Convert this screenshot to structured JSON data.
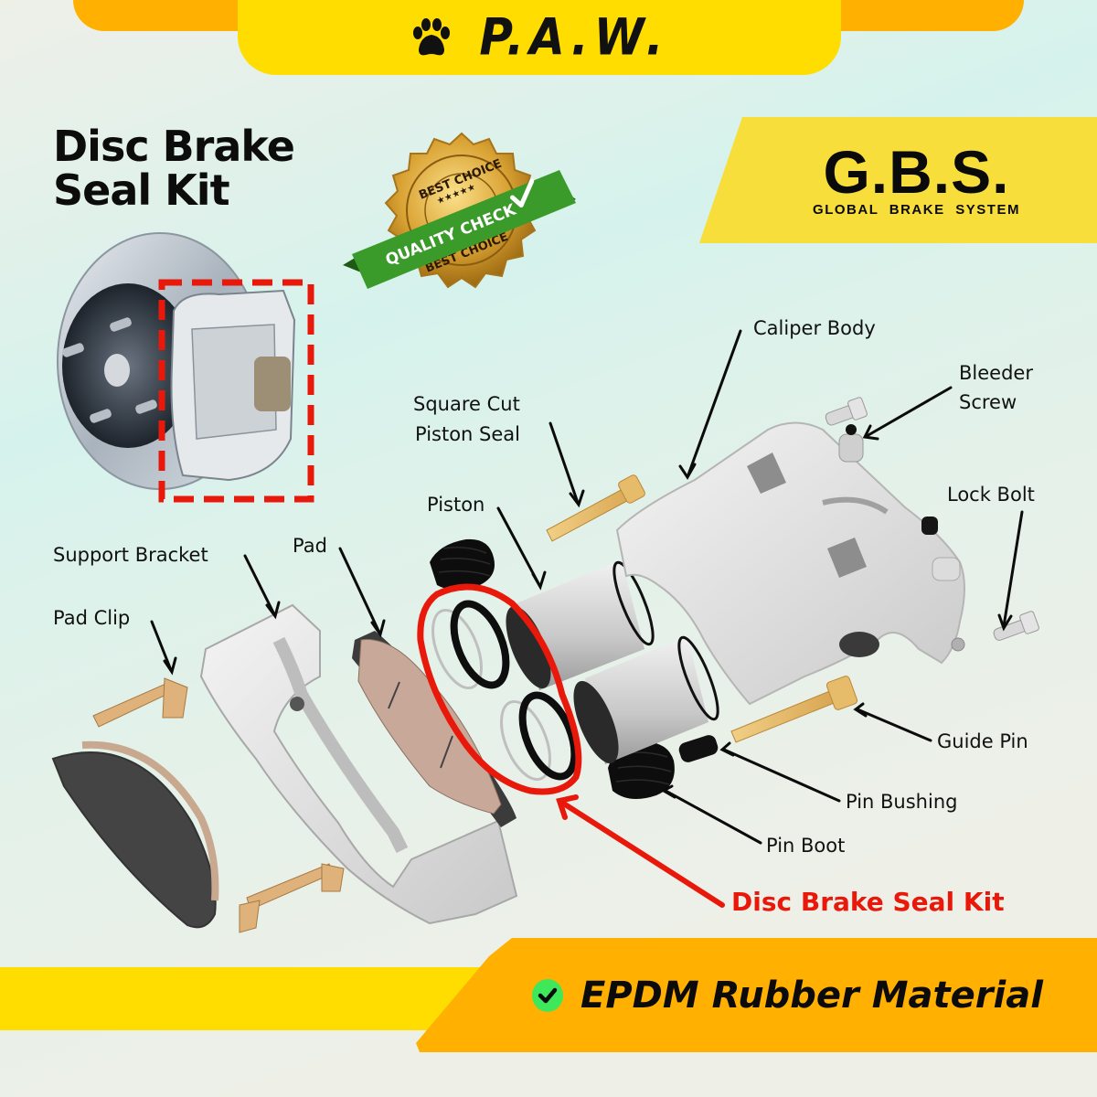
{
  "header": {
    "brand_name": "P.A.W.",
    "logo_icon": "paw-print-icon",
    "colors": {
      "tab": "#ffdd00",
      "bar": "#ffb000"
    }
  },
  "title": {
    "line1": "Disc Brake",
    "line2": "Seal Kit"
  },
  "badge": {
    "top_text": "BEST CHOICE",
    "ribbon_text": "QUALITY CHECK",
    "bottom_text": "BEST CHOICE",
    "icon": "checkmark-icon",
    "colors": {
      "gold": "#d9a233",
      "ribbon": "#3a9a2a"
    }
  },
  "gbs": {
    "logo": "G.B.S.",
    "subtitle": "GLOBAL BRAKE SYSTEM",
    "color": "#f8de3a"
  },
  "diagram": {
    "labels": {
      "caliper_body": "Caliper Body",
      "bleeder_screw_1": "Bleeder",
      "bleeder_screw_2": "Screw",
      "square_cut_1": "Square Cut",
      "square_cut_2": "Piston Seal",
      "piston": "Piston",
      "lock_bolt": "Lock Bolt",
      "support_bracket": "Support Bracket",
      "pad": "Pad",
      "pad_clip": "Pad Clip",
      "guide_pin": "Guide Pin",
      "pin_bushing": "Pin Bushing",
      "pin_boot": "Pin Boot"
    },
    "callout": "Disc Brake Seal Kit",
    "callout_color": "#e8180a"
  },
  "footer": {
    "feature": "EPDM Rubber Material",
    "icon": "check-circle-icon",
    "colors": {
      "bar": "#ffdd00",
      "tab": "#ffb000",
      "check": "#3ee85a"
    }
  }
}
